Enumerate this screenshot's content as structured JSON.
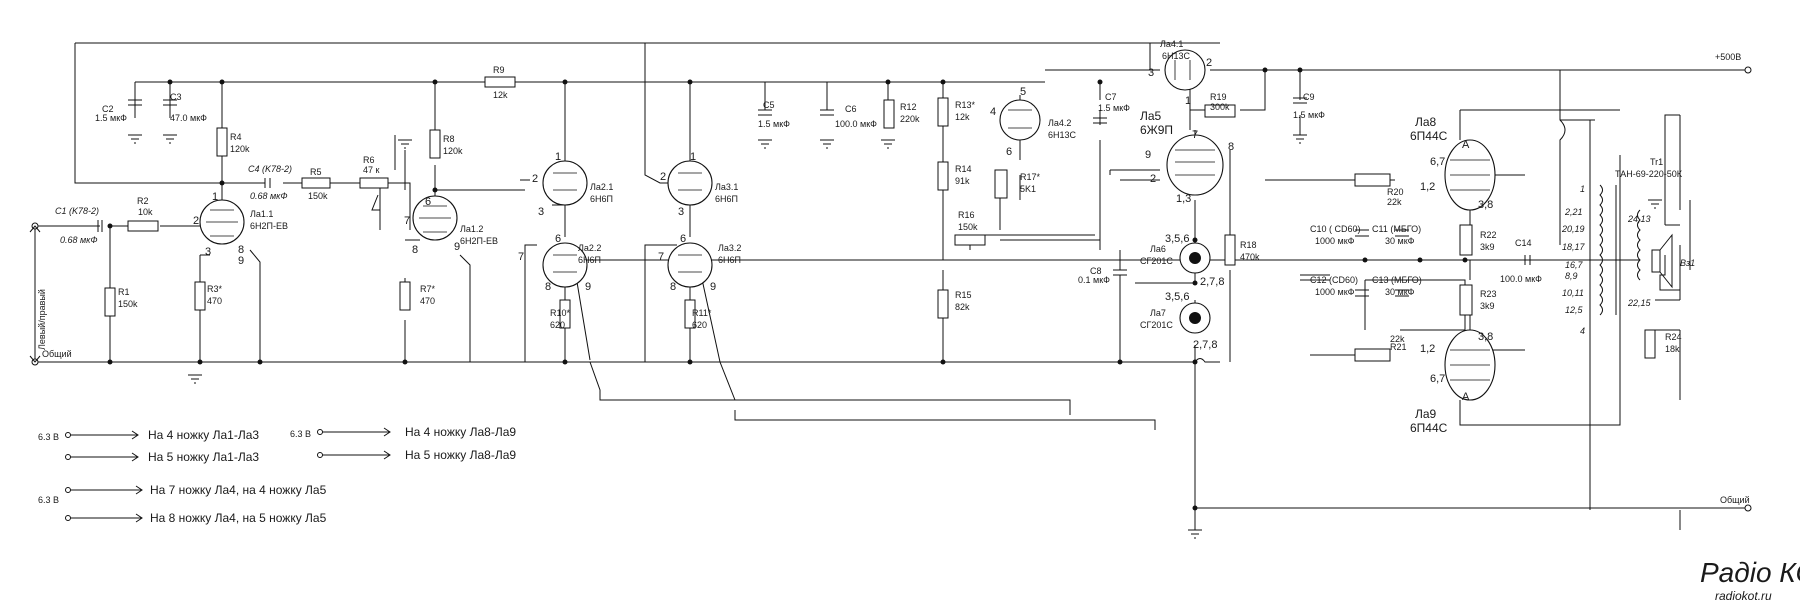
{
  "supply": {
    "plus500": "+500В",
    "common": "Общий",
    "common_left": "Общий",
    "input": "Левый/правый"
  },
  "heater": {
    "v1": "6.3 В",
    "v2": "6.3 В",
    "v3": "6.3 В",
    "l1": "На 4 ножку Ла1-Ла3",
    "l2": "На 5 ножку Ла1-Ла3",
    "l3": "На 4  ножку Ла8-Ла9",
    "l4": "На 5  ножку Ла8-Ла9",
    "l5": "На 7 ножку Ла4, на 4 ножку Ла5",
    "l6": "На 8 ножку Ла4, на 5 ножку Ла5"
  },
  "parts": {
    "C1": "C1 (K78-2)",
    "C1v": "0.68 мкФ",
    "C2": "C2",
    "C2v": "1.5 мкФ",
    "C3": "C3",
    "C3v": "47.0 мкФ",
    "C4": "C4 (K78-2)",
    "C4v": "0.68 мкФ",
    "C5": "C5",
    "C5v": "1.5 мкФ",
    "C6": "C6",
    "C6v": "100.0 мкФ",
    "C7": "C7",
    "C7v": "1.5 мкФ",
    "C8": "C8",
    "C8v": "0.1 мкФ",
    "C9": "C9",
    "C9v": "1.5 мкФ",
    "C10": "C10 ( CD60)",
    "C10v": "1000 мкФ",
    "C11": "C11 (МБГО)",
    "C11v": "30 мкФ",
    "C12": "C12 (CD60)",
    "C12v": "1000 мкФ",
    "C13": "C13 (МБГО)",
    "C13v": "30 мкФ",
    "C14": "C14",
    "C14v": "100.0 мкФ",
    "R1": "R1",
    "R1v": "150k",
    "R2": "R2",
    "R2v": "10k",
    "R3": "R3*",
    "R3v": "470",
    "R4": "R4",
    "R4v": "120k",
    "R5": "R5",
    "R5v": "150k",
    "R6": "R6",
    "R6v": "47 к",
    "R7": "R7*",
    "R7v": "470",
    "R8": "R8",
    "R8v": "120k",
    "R9": "R9",
    "R9v": "12k",
    "R10": "R10*",
    "R10v": "620",
    "R11": "R11*",
    "R11v": "620",
    "R12": "R12",
    "R12v": "220k",
    "R13": "R13*",
    "R13v": "12k",
    "R14": "R14",
    "R14v": "91k",
    "R15": "R15",
    "R15v": "82k",
    "R16": "R16",
    "R16v": "150k",
    "R17": "R17*",
    "R17v": "5K1",
    "R18": "R18",
    "R18v": "470k",
    "R19": "R19",
    "R19v": "300k",
    "R20": "R20",
    "R20v": "22k",
    "R21": "R21",
    "R21v": "22k",
    "R22": "R22",
    "R22v": "3k9",
    "R23": "R23",
    "R23v": "3k9",
    "R24": "R24",
    "R24v": "18k"
  },
  "tubes": {
    "L11": "Ла1.1",
    "L11t": "6Н2П-ЕВ",
    "L12": "Ла1.2",
    "L12t": "6Н2П-ЕВ",
    "L21": "Ла2.1",
    "L21t": "6Н6П",
    "L22": "Ла2.2",
    "L22t": "6Н6П",
    "L31": "Ла3.1",
    "L31t": "6Н6П",
    "L32": "Ла3.2",
    "L32t": "6Н6П",
    "L41": "Ла4.1",
    "L41t": "6Н13С",
    "L42": "Ла4.2",
    "L42t": "6Н13С",
    "L5": "Ла5",
    "L5t": "6Ж9П",
    "L6": "Ла6",
    "L6t": "СГ201С",
    "L7": "Ла7",
    "L7t": "СГ201С",
    "L8": "Ла8",
    "L8t": "6П44С",
    "L9": "Ла9",
    "L9t": "6П44С"
  },
  "pins": {
    "p1": "1",
    "p2": "2",
    "p3": "3",
    "p6": "6",
    "p7": "7",
    "p8": "8",
    "p9": "9",
    "p4": "4",
    "p5": "5",
    "p356": "3,5,6",
    "p278": "2,7,8",
    "p13": "1,3",
    "p67": "6,7",
    "p12": "1,2",
    "p38": "3,8",
    "pA": "A"
  },
  "transformer": {
    "name": "Tr1",
    "type": "ТАН-69-220-50К",
    "w1": "1",
    "w2": "2,21",
    "w3": "20,19",
    "w4": "18,17",
    "w5": "16,7",
    "w6": "8,9",
    "w7": "10,11",
    "w8": "12,5",
    "w9": "4",
    "s1": "24,13",
    "s2": "22,15",
    "spk": "Вз1"
  },
  "watermark": {
    "logo": "Радіо КОТ",
    "site": "radiokot.ru"
  }
}
